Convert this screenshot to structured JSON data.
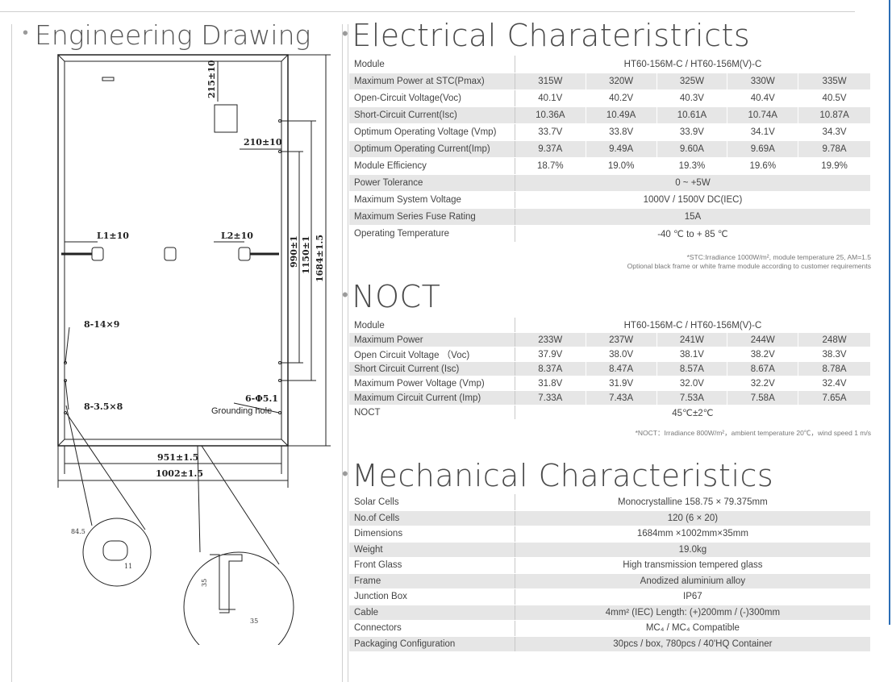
{
  "engineering": {
    "title": "Engineering Drawing",
    "dims": {
      "d215": "215±10",
      "d210": "210±10",
      "l1": "L1±10",
      "l2": "L2±10",
      "d990": "990±1",
      "d1150": "1150±1",
      "d1684": "1684±1.5",
      "h8_14x9": "8-14×9",
      "h8_35x8": "8-3.5×8",
      "h6_51": "6-Φ5.1",
      "grounding": "Grounding hole",
      "w951": "951±1.5",
      "w1002": "1002±1.5",
      "d845": "84.5",
      "d11": "11",
      "d35": "35",
      "d35b": "35"
    }
  },
  "electrical": {
    "title": "Electrical Charateristricts",
    "module_label": "Module",
    "module_value": "HT60-156M-C   / HT60-156M(V)-C",
    "rows": [
      {
        "label": "Maximum Power at STC(Pmax)",
        "values": [
          "315W",
          "320W",
          "325W",
          "330W",
          "335W"
        ]
      },
      {
        "label": "Open-Circuit Voltage(Voc)",
        "values": [
          "40.1V",
          "40.2V",
          "40.3V",
          "40.4V",
          "40.5V"
        ]
      },
      {
        "label": "Short-Circuit Current(Isc)",
        "values": [
          "10.36A",
          "10.49A",
          "10.61A",
          "10.74A",
          "10.87A"
        ]
      },
      {
        "label": "Optimum Operating Voltage (Vmp)",
        "values": [
          "33.7V",
          "33.8V",
          "33.9V",
          "34.1V",
          "34.3V"
        ]
      },
      {
        "label": "Optimum Operating Current(Imp)",
        "values": [
          "9.37A",
          "9.49A",
          "9.60A",
          "9.69A",
          "9.78A"
        ]
      },
      {
        "label": "Module Efficiency",
        "values": [
          "18.7%",
          "19.0%",
          "19.3%",
          "19.6%",
          "19.9%"
        ]
      }
    ],
    "merged": [
      {
        "label": "Power Tolerance",
        "value": "0 ~ +5W"
      },
      {
        "label": "Maximum System Voltage",
        "value": "1000V / 1500V  DC(IEC)"
      },
      {
        "label": "Maximum Series Fuse Rating",
        "value": "15A"
      },
      {
        "label": "Operating Temperature",
        "value": "-40 ℃  to + 85 ℃"
      }
    ],
    "note1": "*STC:Irradiance 1000W/m², module temperature 25, AM=1.5",
    "note2": "Optional black frame or white frame module according to customer requirements"
  },
  "noct": {
    "title": "NOCT",
    "module_label": "Module",
    "module_value": "HT60-156M-C   / HT60-156M(V)-C",
    "rows": [
      {
        "label": "Maximum Power",
        "values": [
          "233W",
          "237W",
          "241W",
          "244W",
          "248W"
        ]
      },
      {
        "label": "Open Circuit Voltage  （Voc)",
        "values": [
          "37.9V",
          "38.0V",
          "38.1V",
          "38.2V",
          "38.3V"
        ]
      },
      {
        "label": "Short Circuit Current (Isc)",
        "values": [
          "8.37A",
          "8.47A",
          "8.57A",
          "8.67A",
          "8.78A"
        ]
      },
      {
        "label": "Maximum Power Voltage (Vmp)",
        "values": [
          "31.8V",
          "31.9V",
          "32.0V",
          "32.2V",
          "32.4V"
        ]
      },
      {
        "label": "Maximum Circuit Current (Imp)",
        "values": [
          "7.33A",
          "7.43A",
          "7.53A",
          "7.58A",
          "7.65A"
        ]
      }
    ],
    "noct_label": "NOCT",
    "noct_value": "45℃±2℃",
    "note": "*NOCT：Irradiance 800W/m²，ambient temperature 20℃，wind speed 1 m/s"
  },
  "mechanical": {
    "title": "Mechanical Characteristics",
    "rows": [
      {
        "label": "Solar Cells",
        "value": "Monocrystalline 158.75 × 79.375mm"
      },
      {
        "label": "No.of Cells",
        "value": "120 (6 × 20)"
      },
      {
        "label": "Dimensions",
        "value": "1684mm ×1002mm×35mm"
      },
      {
        "label": "Weight",
        "value": "19.0kg"
      },
      {
        "label": "Front Glass",
        "value": "High transmission tempered glass"
      },
      {
        "label": "Frame",
        "value": "Anodized aluminium alloy"
      },
      {
        "label": "Junction Box",
        "value": "IP67"
      },
      {
        "label": "Cable",
        "value": "4mm² (IEC) Length: (+)200mm / (-)300mm"
      },
      {
        "label": "Connectors",
        "value": "MC₄ / MC₄ Compatible"
      },
      {
        "label": "Packaging Configuration",
        "value": "30pcs / box,  780pcs / 40'HQ Container"
      }
    ]
  }
}
